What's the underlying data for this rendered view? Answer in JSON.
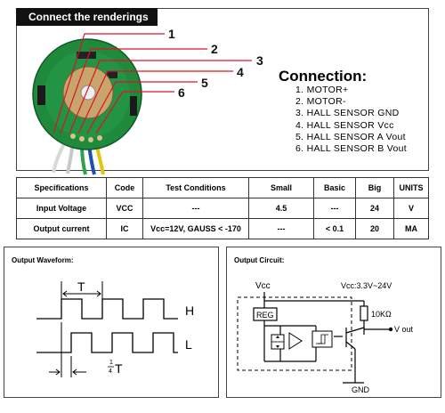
{
  "header": {
    "title": "Connect the renderings"
  },
  "callouts": [
    "1",
    "2",
    "3",
    "4",
    "5",
    "6"
  ],
  "connection": {
    "title": "Connection:",
    "items": [
      "1. MOTOR+",
      "2. MOTOR-",
      "3. HALL SENSOR GND",
      "4. HALL SENSOR Vcc",
      "5. HALL SENSOR A Vout",
      "6. HALL SENSOR B Vout"
    ]
  },
  "spec_table": {
    "headers": [
      "Specifications",
      "Code",
      "Test Conditions",
      "Small",
      "Basic",
      "Big",
      "UNITS"
    ],
    "rows": [
      [
        "Input Voltage",
        "VCC",
        "---",
        "4.5",
        "---",
        "24",
        "V"
      ],
      [
        "Output current",
        "IC",
        "Vcc=12V, GAUSS < -170",
        "---",
        "< 0.1",
        "20",
        "MA"
      ]
    ]
  },
  "waveform": {
    "title": "Output Waveform:",
    "period_label": "T",
    "high_label": "H",
    "low_label": "L",
    "quarter_label_num": "1",
    "quarter_label_den": "4",
    "quarter_label_T": "T"
  },
  "circuit": {
    "title": "Output Circuit:",
    "vcc_label": "Vcc",
    "supply_label": "Vcc:3.3V~24V",
    "reg_label": "REG",
    "resistor_label": "10KΩ",
    "vout_label": "V out",
    "gnd_label": "GND"
  },
  "colors": {
    "pcb": "#1f8a3c",
    "callout_red": "#e0102a",
    "header_bg": "#111111"
  }
}
